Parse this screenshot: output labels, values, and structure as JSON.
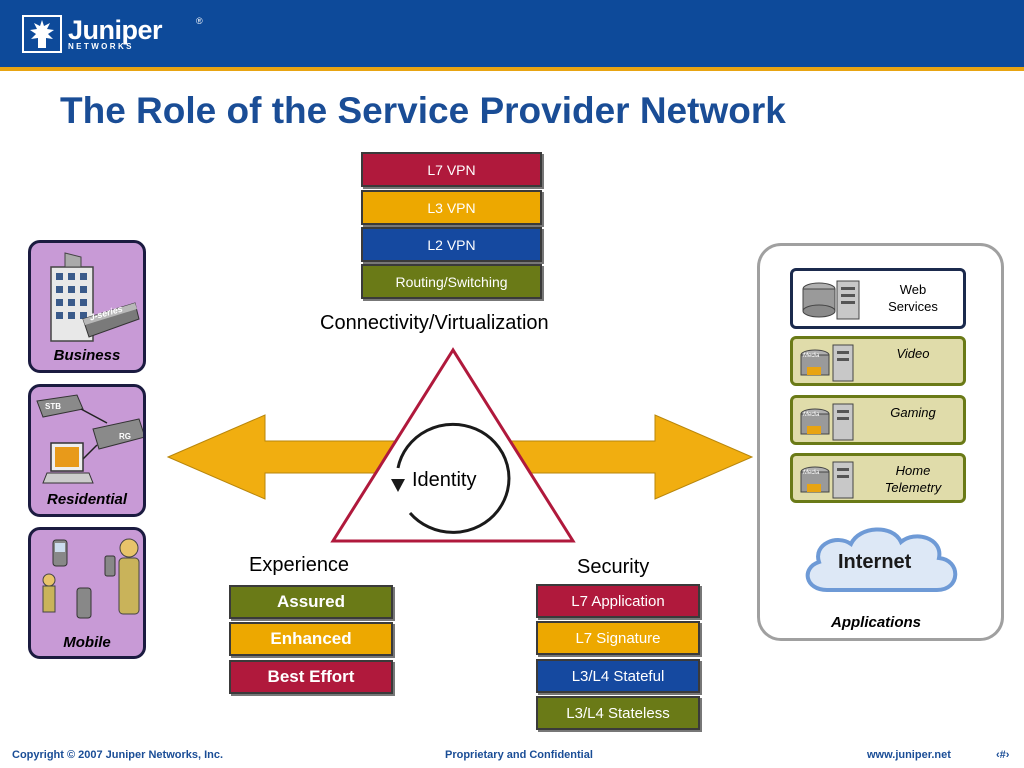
{
  "brand": {
    "logo_name": "Juniper",
    "logo_sub": "NETWORKS",
    "registered_mark": "®",
    "colors": {
      "header_blue": "#0d4a9a",
      "stripe_gold": "#e8a412",
      "title_blue": "#1a4d96"
    }
  },
  "title": "The Role of the Service Provider Network",
  "connectivity": {
    "layers": [
      {
        "label": "L7 VPN",
        "color": "#b0193c"
      },
      {
        "label": "L3 VPN",
        "color": "#eda800"
      },
      {
        "label": "L2 VPN",
        "color": "#1549a0"
      },
      {
        "label": "Routing/Switching",
        "color": "#6a7a17"
      }
    ],
    "heading": "Connectivity/Virtualization"
  },
  "center": {
    "label": "Identity"
  },
  "experience": {
    "heading": "Experience",
    "levels": [
      {
        "label": "Assured",
        "color": "#6a7a17"
      },
      {
        "label": "Enhanced",
        "color": "#eda800"
      },
      {
        "label": "Best Effort",
        "color": "#b0193c"
      }
    ]
  },
  "security": {
    "heading": "Security",
    "levels": [
      {
        "label": "L7 Application",
        "color": "#b0193c"
      },
      {
        "label": "L7 Signature",
        "color": "#eda800"
      },
      {
        "label": "L3/L4 Stateful",
        "color": "#1549a0"
      },
      {
        "label": "L3/L4 Stateless",
        "color": "#6a7a17"
      }
    ]
  },
  "customers": {
    "business": {
      "label": "Business",
      "device_tag": "J-series"
    },
    "residential": {
      "label": "Residential",
      "device_stb": "STB",
      "device_rg": "RG"
    },
    "mobile": {
      "label": "Mobile"
    }
  },
  "applications": {
    "label": "Applications",
    "items": [
      {
        "label_line1": "Web",
        "label_line2": "Services"
      },
      {
        "label_line1": "Video",
        "label_line2": ""
      },
      {
        "label_line1": "Gaming",
        "label_line2": ""
      },
      {
        "label_line1": "Home",
        "label_line2": "Telemetry"
      }
    ],
    "media_tag": "Media",
    "internet": "Internet"
  },
  "footer": {
    "copyright": "Copyright © 2007 Juniper Networks, Inc.",
    "confidential": "Proprietary and Confidential",
    "url": "www.juniper.net",
    "page": "‹#›"
  }
}
